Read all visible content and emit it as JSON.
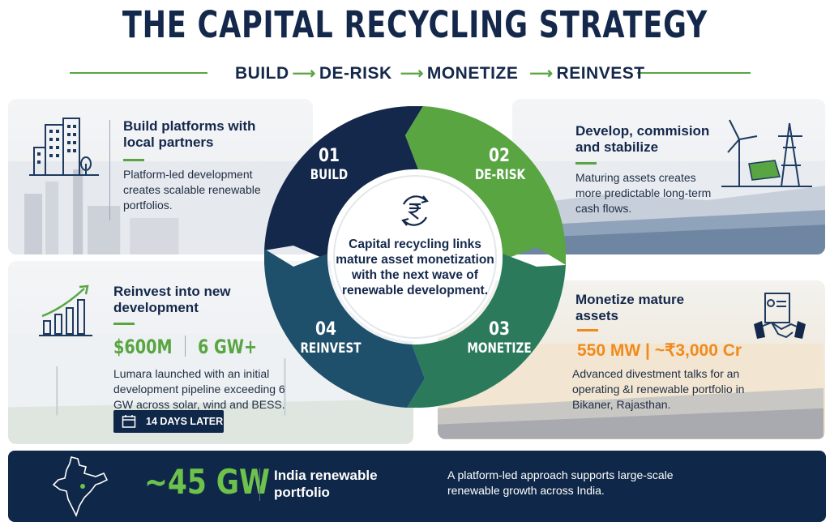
{
  "title": "THE CAPITAL RECYCLING STRATEGY",
  "steps": [
    "BUILD",
    "DE-RISK",
    "MONETIZE",
    "REINVEST"
  ],
  "cycle": {
    "segments": [
      {
        "num": "01",
        "label": "BUILD",
        "color": "#14284b"
      },
      {
        "num": "02",
        "label": "DE-RISK",
        "color": "#58a542"
      },
      {
        "num": "03",
        "label": "MONETIZE",
        "color": "#2b7a5c"
      },
      {
        "num": "04",
        "label": "REINVEST",
        "color": "#1e4f6b"
      }
    ],
    "center_icon": "rupee-cycle-icon",
    "center_text": "Capital recycling links mature asset monetization with the next wave of renewable development."
  },
  "build": {
    "heading": "Build platforms with local partners",
    "body": "Platform-led development creates scalable renewable portfolios.",
    "icon": "city-buildings-icon"
  },
  "derisk": {
    "heading": "Develop, commision and stabilize",
    "body": "Maturing assets creates more predictable long-term cash flows.",
    "icon": "wind-solar-tower-icon"
  },
  "reinvest": {
    "heading": "Reinvest into new development",
    "stat1": "$600M",
    "stat2": "6 GW+",
    "body": "Lumara launched with an initial development pipeline exceeding 6 GW across solar, wind and BESS.",
    "badge": "14 DAYS LATER",
    "icon": "growth-chart-icon"
  },
  "monetize": {
    "heading": "Monetize mature assets",
    "stat": "550 MW | ~₹3,000 Cr",
    "body": "Advanced divestment talks for an operating &I renewable portfolio in Bikaner, Rajasthan.",
    "icon": "handshake-contract-icon"
  },
  "bottom": {
    "big": "~45 GW",
    "label": "India renewable portfolio",
    "desc": "A platform-led approach supports large-scale renewable growth across India.",
    "icon": "india-map-icon"
  },
  "colors": {
    "navy": "#14284b",
    "green": "#58a542",
    "orange": "#f08a1c",
    "bottom_bg": "#0f2748"
  }
}
